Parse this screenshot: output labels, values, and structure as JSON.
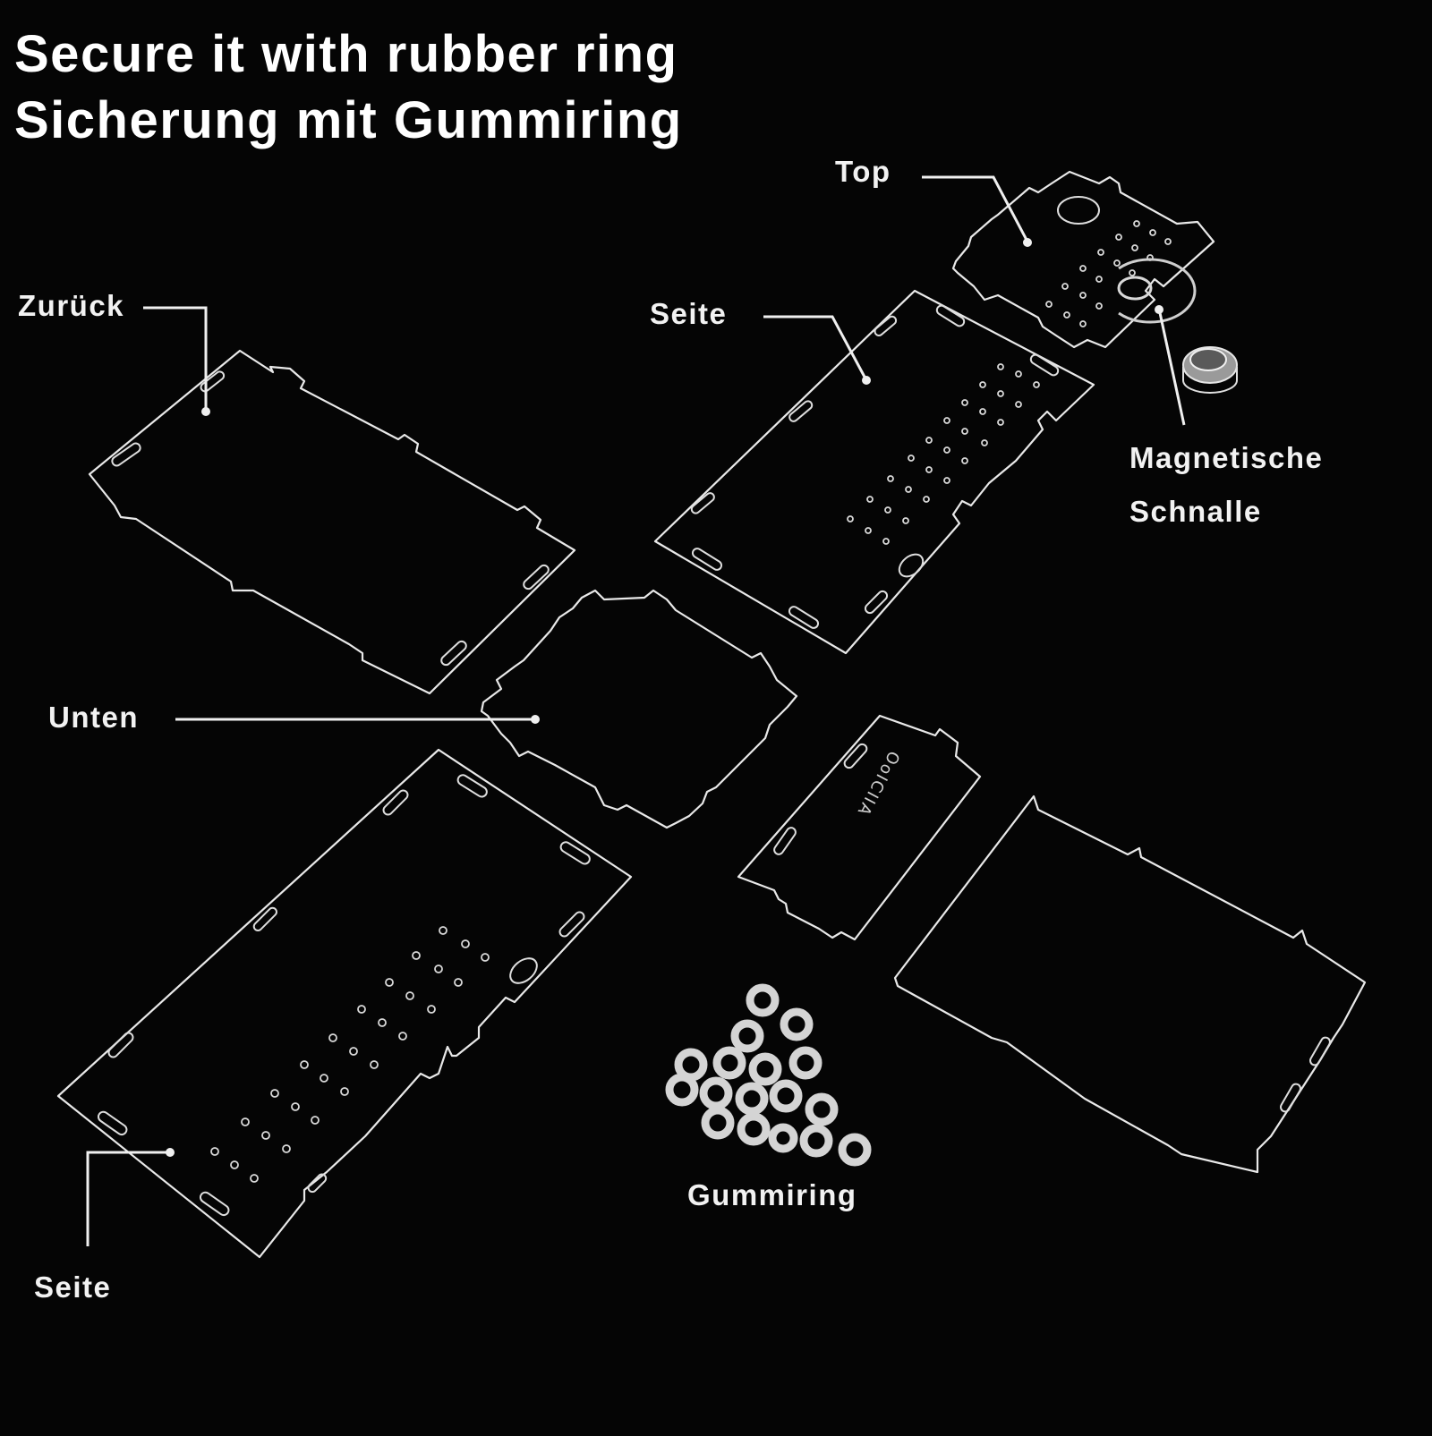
{
  "headline": {
    "line1": "Secure it with rubber ring",
    "line2": "Sicherung mit Gummiring"
  },
  "labels": {
    "top": "Top",
    "seite_upper": "Seite",
    "zuruck": "Zurück",
    "magnet_line1": "Magnetische",
    "magnet_line2": "Schnalle",
    "unten": "Unten",
    "seite_lower": "Seite",
    "gummiring": "Gummiring"
  },
  "engraving": "OoICIIA",
  "colors": {
    "background": "#050505",
    "text": "#ffffff",
    "panel_edge": "#e9e9e9"
  },
  "parts": [
    "top-panel",
    "side-panel-upper",
    "back-panel",
    "bottom-panel",
    "side-panel-lower",
    "small-panel",
    "large-panel",
    "magnetic-buckle",
    "rubber-rings"
  ],
  "rubber_ring_count": 17
}
